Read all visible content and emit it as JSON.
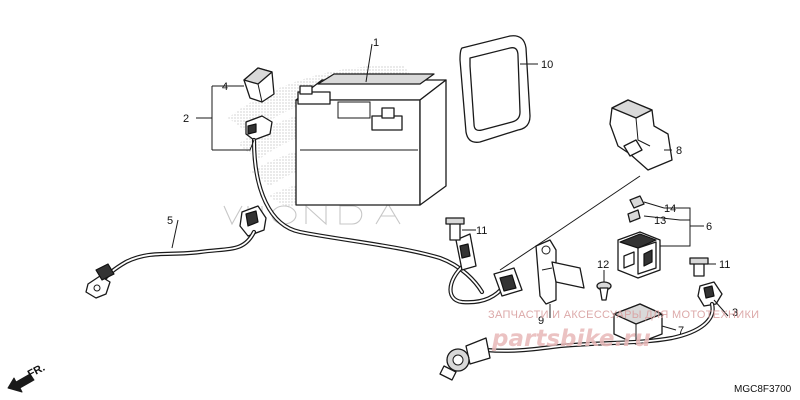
{
  "callouts": {
    "c1": "1",
    "c2": "2",
    "c3": "3",
    "c4": "4",
    "c5": "5",
    "c6": "6",
    "c7": "7",
    "c8": "8",
    "c9": "9",
    "c10": "10",
    "c11a": "11",
    "c11b": "11",
    "c12": "12",
    "c13": "13",
    "c14": "14"
  },
  "direction_label": "FR.",
  "diagram_code": "MGC8F3700",
  "watermark": {
    "text": "ЗАПЧАСТИ И АКСЕССУАРЫ ДЛЯ МОТОТЕХНИКИ",
    "logo": "partsbike.ru",
    "colors": {
      "text": "#d9a0a0",
      "logo": "#e8b8b8"
    }
  },
  "colors": {
    "line": "#1a1a1a",
    "background": "#ffffff"
  }
}
